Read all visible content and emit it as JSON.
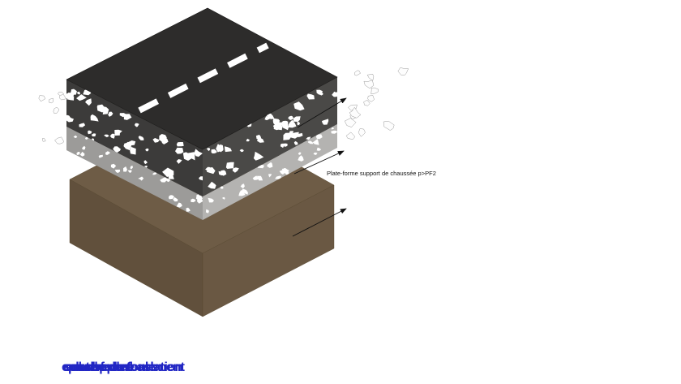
{
  "annotation": {
    "label": "Plate-forme support de chaussée p>PF2"
  },
  "overlapping_labels": {
    "words": [
      "couche de roulement",
      "couche de base",
      "couche de fondation",
      "plate-forme",
      "sol support"
    ]
  },
  "colors": {
    "road_top": "#2d2c2b",
    "base_left": "#3c3b3a",
    "base_right": "#4a4947",
    "subbase_left": "#9c9b99",
    "subbase_right": "#b4b3b1",
    "soil_top": "#6e5c46",
    "soil_left": "#61503c",
    "soil_right": "#6a5843",
    "marking": "#ffffff",
    "speck": "#ffffff",
    "arrow": "#111111",
    "label_text": "#111111",
    "overlap_text": "#2227c4"
  }
}
